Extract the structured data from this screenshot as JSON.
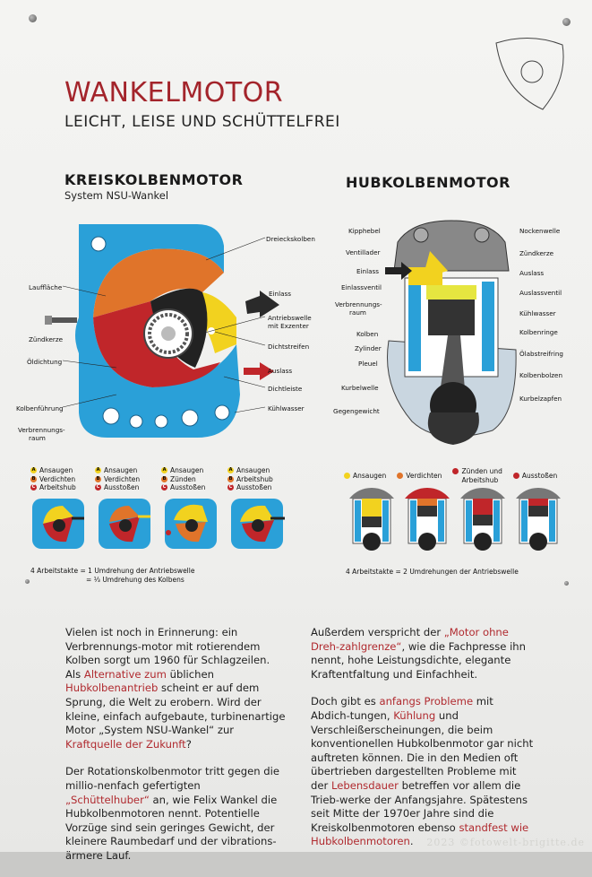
{
  "header": {
    "title": "WANKELMOTOR",
    "subtitle": "LEICHT, LEISE UND SCHÜTTELFREI"
  },
  "left": {
    "heading": "KREISKOLBENMOTOR",
    "subheading": "System NSU-Wankel",
    "labels": {
      "dreieckskolben": "Dreieckskolben",
      "lauffläche": "Lauffläche",
      "einlass": "Einlass",
      "antriebswelle": "Antriebswelle",
      "antriebswelle2": "mit Exzenter",
      "zündkerze": "Zündkerze",
      "dichtstreifen": "Dichtstreifen",
      "öldichtung": "Öldichtung",
      "auslass": "Auslass",
      "dichtleiste": "Dichtleiste",
      "kolbenführung": "Kolbenführung",
      "kühlwasser": "Kühlwasser",
      "verbrennungsraum": "Verbrennungs-",
      "verbrennungsraum2": "raum"
    },
    "phases": [
      [
        "Ansaugen",
        "Verdichten",
        "Arbeitshub"
      ],
      [
        "Ansaugen",
        "Verdichten",
        "Ausstoßen"
      ],
      [
        "Ansaugen",
        "Zünden",
        "Ausstoßen"
      ],
      [
        "Ansaugen",
        "Arbeitshub",
        "Ausstoßen"
      ]
    ],
    "phase_letters": [
      [
        "A",
        "B",
        "C"
      ],
      [
        "A",
        "B",
        "C"
      ],
      [
        "A",
        "B",
        "C"
      ],
      [
        "A",
        "B",
        "C"
      ]
    ],
    "note_line1": "4 Arbeitstakte = 1 Umdrehung der Antriebswelle",
    "note_line2": "= ⅓ Umdrehung des Kolbens"
  },
  "right": {
    "heading": "HUBKOLBENMOTOR",
    "labels": {
      "kipphebel": "Kipphebel",
      "nockenwelle": "Nockenwelle",
      "ventillader": "Ventillader",
      "zündkerze": "Zündkerze",
      "einlass": "Einlass",
      "auslass": "Auslass",
      "einlassventil": "Einlassventil",
      "auslassventil": "Auslassventil",
      "verbrennungsraum": "Verbrennungs-",
      "verbrennungsraum2": "raum",
      "kühlwasser": "Kühlwasser",
      "kolben": "Kolben",
      "kolbenringe": "Kolbenringe",
      "zylinder": "Zylinder",
      "ölabstreifring": "Ölabstreifring",
      "pleuel": "Pleuel",
      "kolbenbolzen": "Kolbenbolzen",
      "kurbelwelle": "Kurbelwelle",
      "kurbelzapfen": "Kurbelzapfen",
      "gegengewicht": "Gegengewicht"
    },
    "legend": [
      "Ansaugen",
      "Verdichten",
      "Zünden und",
      "Ausstoßen"
    ],
    "legend_extra": "Arbeitshub",
    "note": "4 Arbeitstakte = 2 Umdrehungen der Antriebswelle"
  },
  "text_left": {
    "p1_a": "Vielen ist noch in Erinnerung: ein Verbrennungs-motor mit rotierendem Kolben sorgt um 1960 für Schlagzeilen. Als ",
    "p1_h1": "Alternative zum",
    "p1_b": " üblichen ",
    "p1_h2": "Hubkolbenantrieb",
    "p1_c": " scheint er auf dem Sprung, die Welt zu erobern. Wird der kleine, einfach aufgebaute, turbinenartige Motor „System NSU-Wankel“ zur ",
    "p1_h3": "Kraftquelle der Zukunft",
    "p1_d": "?",
    "p2_a": "Der Rotationskolbenmotor tritt gegen die millio-nenfach gefertigten ",
    "p2_h1": "„Schüttelhuber“",
    "p2_b": " an, wie Felix Wankel die Hubkolbenmotoren nennt. Potentielle Vorzüge sind sein geringes Gewicht, der kleinere Raumbedarf und der vibrations-ärmere Lauf."
  },
  "text_right": {
    "p1_a": "Außerdem verspricht der ",
    "p1_h1": "„Motor ohne Dreh-zahlgrenze“",
    "p1_b": ", wie die Fachpresse ihn nennt, hohe Leistungsdichte, elegante Kraftentfaltung und Einfachheit.",
    "p2_a": "Doch gibt es ",
    "p2_h1": "anfangs Probleme",
    "p2_b": " mit Abdich-tungen, ",
    "p2_h2": "Kühlung",
    "p2_c": " und Verschleißerscheinungen, die beim konventionellen Hubkolbenmotor gar nicht auftreten können. Die in den Medien oft übertrieben dargestellten Probleme mit der ",
    "p2_h3": "Lebensdauer",
    "p2_d": " betreffen vor allem die Trieb-werke der Anfangsjahre. Spätestens seit Mitte der 1970er Jahre sind die Kreiskolbenmotoren ebenso ",
    "p2_h4": "standfest wie Hubkolbenmotoren",
    "p2_e": "."
  },
  "watermark": "2023 ©fotowelt-brigitte.de",
  "colors": {
    "accent": "#a3242b",
    "blue": "#2aa0d8",
    "orange": "#e0742a",
    "yellow": "#f2d21f",
    "red": "#c0262a"
  }
}
